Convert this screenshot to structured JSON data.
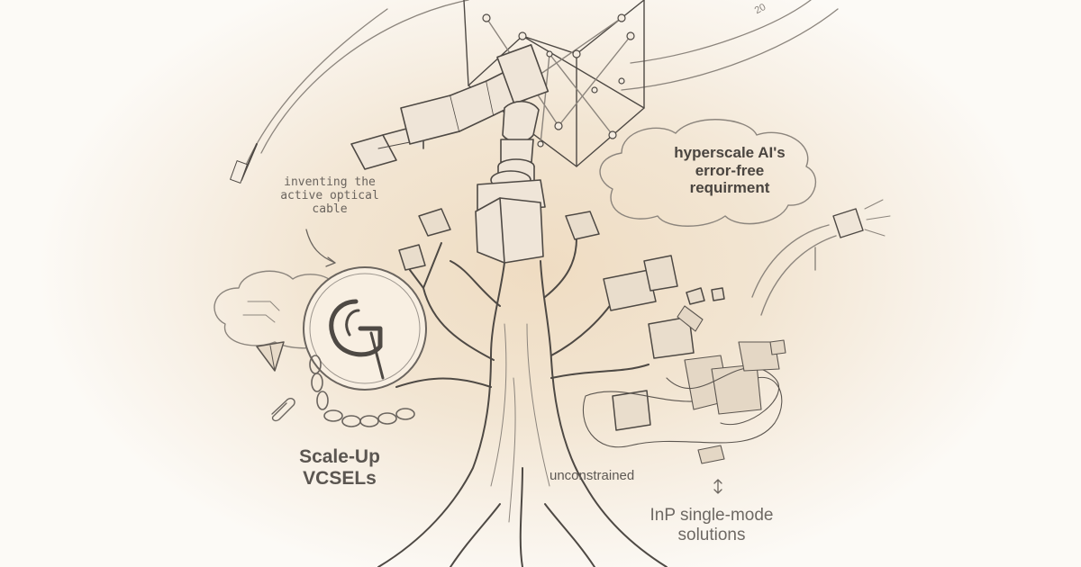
{
  "labels": {
    "active_optical_cable": "inventing the\nactive optical\ncable",
    "hyperscale": "hyperscale AI's\nerror-free\nrequirment",
    "scale_up": "Scale-Up\nVCSELs",
    "unconstrained": "unconstrained",
    "inp": "InP single-mode\nsolutions",
    "year_fragment": "20"
  },
  "logo": {
    "letter": "G"
  },
  "colors": {
    "pencil": "#4e4944",
    "pencil_light": "#8c857d",
    "paper_warm": "#efdcc2",
    "paper_edge": "#fcfaf6"
  },
  "icons": [
    "tree-icon",
    "network-cube-icon",
    "optical-connector-icon",
    "cloud-icon",
    "chain-icon",
    "gem-icon",
    "paperclip-icon",
    "laser-cable-icon",
    "cube-icon"
  ]
}
